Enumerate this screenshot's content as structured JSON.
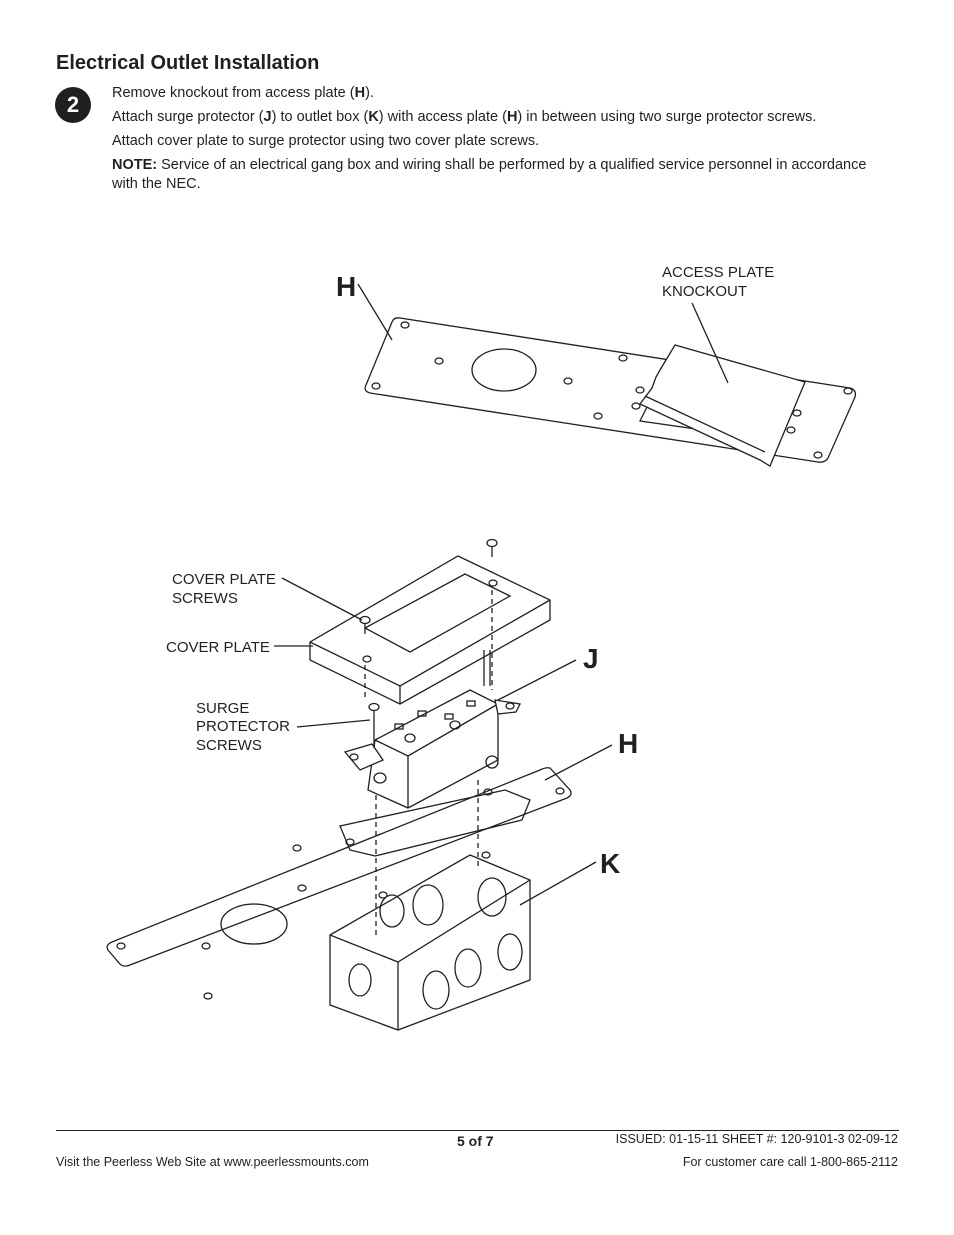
{
  "header": {
    "title": "Electrical Outlet Installation",
    "step_number": "2"
  },
  "instructions": {
    "line1_pre": "Remove knockout from access plate (",
    "line1_bold": "H",
    "line1_post": ").",
    "line2_a": "Attach surge protector (",
    "line2_j": "J",
    "line2_b": ") to outlet box (",
    "line2_k": "K",
    "line2_c": ") with access plate (",
    "line2_h": "H",
    "line2_d": ") in between using two surge protector screws.",
    "line3": "Attach cover plate to surge protector using two cover plate screws.",
    "note_label": "NOTE:",
    "note_text": " Service of an electrical gang box and wiring shall be performed by a qualified service personnel in accordance with the NEC."
  },
  "diagram": {
    "label_h_top": "H",
    "access_knockout_1": "ACCESS PLATE",
    "access_knockout_2": "KNOCKOUT",
    "cover_screws_1": "COVER PLATE",
    "cover_screws_2": "SCREWS",
    "cover_plate": "COVER PLATE",
    "surge_1": "SURGE",
    "surge_2": "PROTECTOR",
    "surge_3": "SCREWS",
    "label_j": "J",
    "label_h_bottom": "H",
    "label_k": "K"
  },
  "footer": {
    "page": "5 of 7",
    "issued": "ISSUED: 01-15-11  SHEET #: 120-9101-3  02-09-12",
    "website": "Visit the Peerless Web Site at www.peerlessmounts.com",
    "care": "For customer care call 1-800-865-2112"
  }
}
